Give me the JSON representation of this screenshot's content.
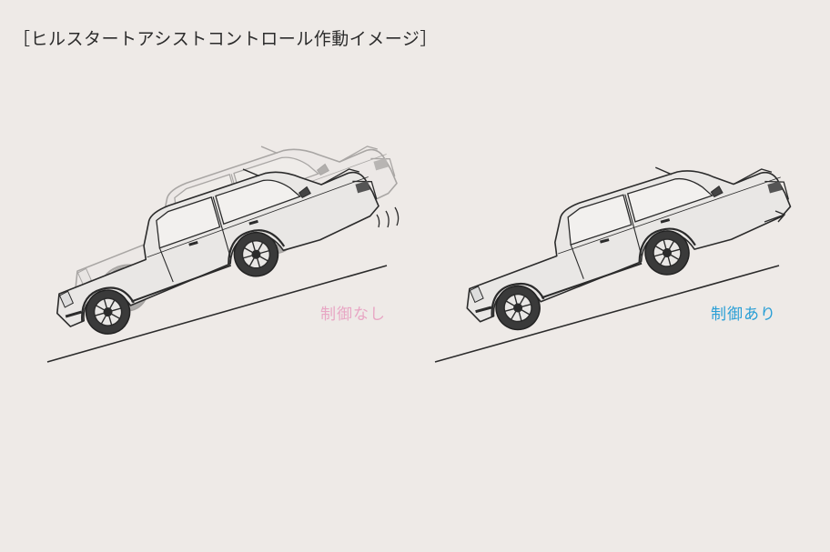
{
  "title": "［ヒルスタートアシストコントロール作動イメージ］",
  "panels": [
    {
      "label": "制御なし",
      "label_color": "#e8a6c4"
    },
    {
      "label": "制御あり",
      "label_color": "#2a9fd6"
    }
  ],
  "colors": {
    "background": "#eeeae7",
    "line": "#2b2b2b",
    "body_fill": "#e8e6e4",
    "ghost": "#bdbab7"
  }
}
